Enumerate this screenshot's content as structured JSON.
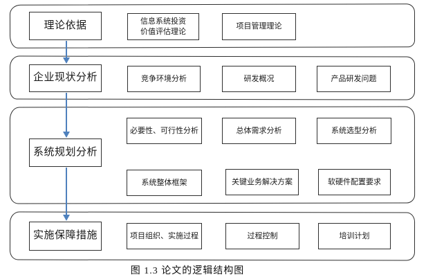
{
  "figure": {
    "caption": "图 1.3  论文的逻辑结构图",
    "colors": {
      "arrow": "#4f81bd",
      "box_border": "#2f2f2f",
      "background": "#ffffff"
    },
    "sections": [
      {
        "label": "理论依据",
        "items": [
          {
            "lines": [
              "信息系统投资",
              "价值评估理论"
            ]
          },
          {
            "lines": [
              "项目管理理论"
            ]
          }
        ]
      },
      {
        "label": "企业现状分析",
        "items": [
          {
            "lines": [
              "竞争环境分析"
            ]
          },
          {
            "lines": [
              "研发概况"
            ]
          },
          {
            "lines": [
              "产品研发问题"
            ]
          }
        ]
      },
      {
        "label": "系统规划分析",
        "items": [
          {
            "lines": [
              "必要性、可行性分析"
            ]
          },
          {
            "lines": [
              "总体需求分析"
            ]
          },
          {
            "lines": [
              "系统选型分析"
            ]
          },
          {
            "lines": [
              "系统整体框架"
            ]
          },
          {
            "lines": [
              "关键业务解决方案"
            ]
          },
          {
            "lines": [
              "软硬件配置要求"
            ]
          }
        ]
      },
      {
        "label": "实施保障措施",
        "items": [
          {
            "lines": [
              "项目组织、实施过程"
            ]
          },
          {
            "lines": [
              "过程控制"
            ]
          },
          {
            "lines": [
              "培训计划"
            ]
          }
        ]
      }
    ]
  }
}
